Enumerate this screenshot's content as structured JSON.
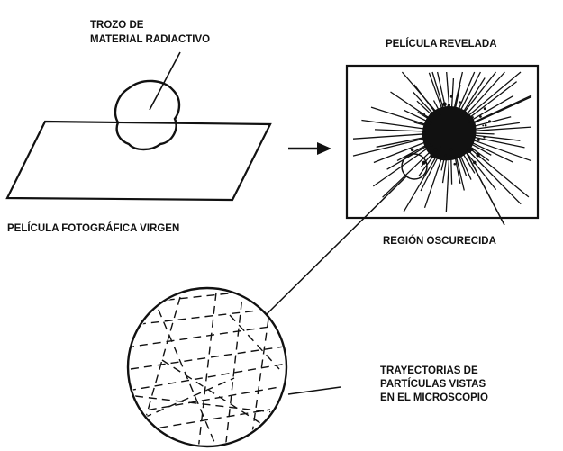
{
  "labels": {
    "material_line1": "TROZO DE",
    "material_line2": "MATERIAL RADIACTIVO",
    "developed_film": "PELÍCULA REVELADA",
    "virgin_film": "PELÍCULA FOTOGRÁFICA VIRGEN",
    "dark_region": "REGIÓN OSCURECIDA",
    "tracks_line1": "TRAYECTORIAS DE",
    "tracks_line2": "PARTÍCULAS VISTAS",
    "tracks_line3": "EN EL MICROSCOPIO"
  },
  "colors": {
    "ink": "#111111",
    "paper": "#ffffff"
  }
}
